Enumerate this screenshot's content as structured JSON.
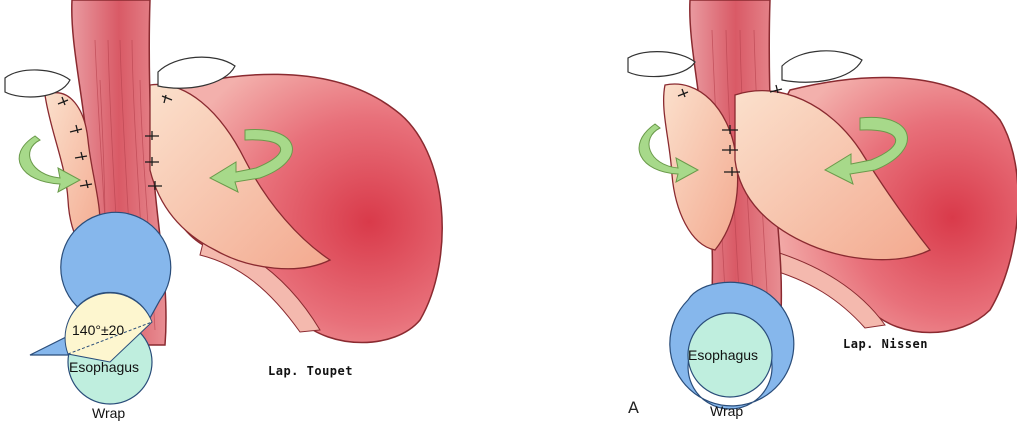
{
  "panels": [
    {
      "id": "toupet",
      "caption": "Lap. Toupet",
      "inset": {
        "angle_label": "140°±20",
        "center_label": "Esophagus",
        "wrap_label": "Wrap"
      }
    },
    {
      "id": "nissen",
      "caption": "Lap. Nissen",
      "inset": {
        "center_label": "Esophagus",
        "wrap_label": "Wrap"
      }
    }
  ],
  "stray_mark": "A",
  "colors": {
    "stomach": "#d9434f",
    "stomach_light": "#f2a39a",
    "fundus_wrap": "#f7c1a4",
    "esophagus": "#e27b82",
    "arrow": "#a7d98a",
    "wrap_blue": "#86b7ec",
    "esophagus_cross": "#bfeede",
    "toupet_gap": "#fdf6cf"
  }
}
